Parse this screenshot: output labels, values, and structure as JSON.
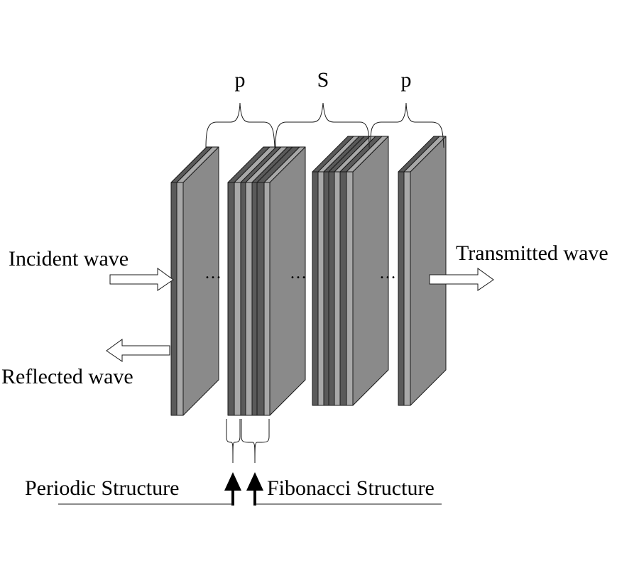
{
  "figure": {
    "brace_labels": [
      "p",
      "S",
      "p"
    ],
    "incident_label": "Incident wave",
    "reflected_label": "Reflected wave",
    "transmitted_label": "Transmitted wave",
    "periodic_label": "Periodic Structure",
    "fibonacci_label": "Fibonacci Structure",
    "ellipsis": "…",
    "colors": {
      "dark_layer": "#5a5a5a",
      "light_layer": "#a8a8a8",
      "side_face": "#8a8a8a",
      "outline": "#1a1a1a"
    },
    "slabs": [
      {
        "name": "periodic-slab-left",
        "layers": [
          "dark",
          "light"
        ]
      },
      {
        "name": "mixed-slab-2",
        "layers": [
          "dark",
          "light",
          "dark",
          "light",
          "dark",
          "dark",
          "light"
        ]
      },
      {
        "name": "mixed-slab-3",
        "layers": [
          "dark",
          "light",
          "dark",
          "dark",
          "light",
          "dark",
          "light"
        ]
      },
      {
        "name": "periodic-slab-right",
        "layers": [
          "dark",
          "light"
        ]
      }
    ]
  }
}
